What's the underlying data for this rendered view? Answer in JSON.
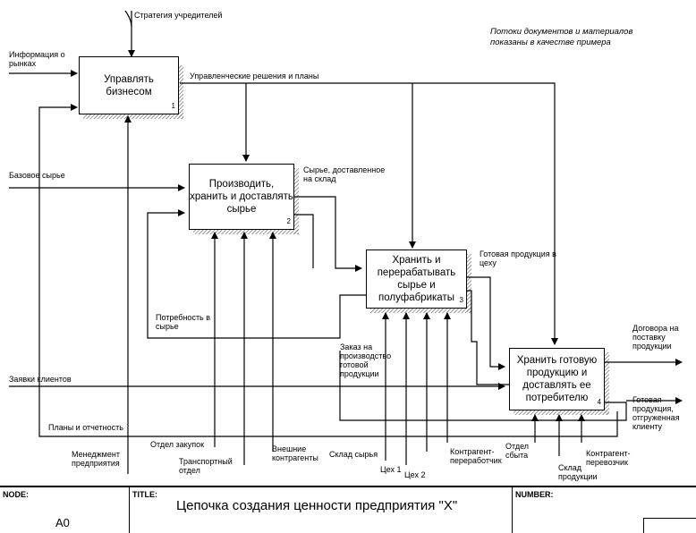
{
  "diagram": {
    "note": "Потоки документов и материалов показаны в качестве примера",
    "boxes": [
      {
        "id": 1,
        "title": "Управлять бизнесом",
        "num": "1"
      },
      {
        "id": 2,
        "title": "Производить, хранить и доставлять сырье",
        "num": "2"
      },
      {
        "id": 3,
        "title": "Хранить и перерабатывать сырье и полуфабрикаты",
        "num": "3"
      },
      {
        "id": 4,
        "title": "Хранить готовую продукцию и доставлять ее потребителю",
        "num": "4"
      }
    ],
    "labels": {
      "strategy": "Стратегия учредителей",
      "info_markets": "Информация о рынках",
      "mgmt_decisions": "Управленческие решения и планы",
      "base_raw": "Базовое сырье",
      "raw_delivered": "Сырье, доставленное на склад",
      "ready_to_shop": "Готовая продукция в цеху",
      "need_raw": "Потребность в сырье",
      "order_production": "Заказ на производство готовой продукции",
      "contracts_delivery": "Договора на поставку продукции",
      "client_orders": "Заявки клиентов",
      "plan_reports": "Планы и отчетность",
      "ready_shipped": "Готовая продукция, отгруженная клиенту",
      "management": "Менеджмент предприятия",
      "purchase_dept": "Отдел закупок",
      "transport_dept": "Транспортный отдел",
      "ext_contractors": "Внешние контрагенты",
      "raw_warehouse": "Склад сырья",
      "shop1": "Цех 1",
      "shop2": "Цех 2",
      "counterparty_processor": "Контрагент-переработчик",
      "sales_dept": "Отдел сбыта",
      "product_warehouse": "Склад продукции",
      "counterparty_carrier": "Контрагент-перевозчик"
    }
  },
  "footer": {
    "node_caption": "NODE:",
    "node_value": "A0",
    "title_caption": "TITLE:",
    "title_value": "Цепочка создания ценности  предприятия \"X\"",
    "number_caption": "NUMBER:"
  }
}
